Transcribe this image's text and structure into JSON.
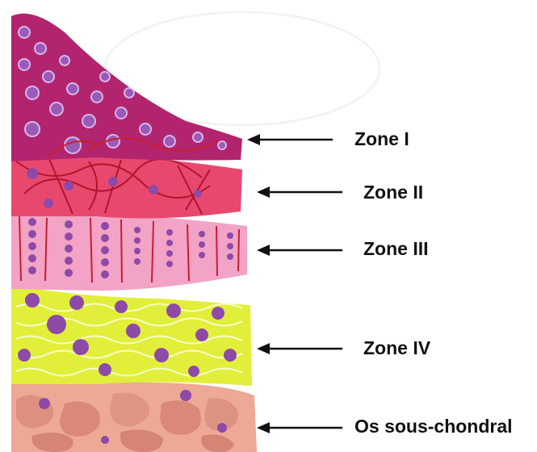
{
  "diagram": {
    "labels": [
      "Zone I",
      "Zone II",
      "Zone III",
      "Zone IV",
      "Os sous-chondral"
    ],
    "colors": {
      "zone1": "#b2246e",
      "zone2": "#e8486e",
      "zone3": "#f2a3c6",
      "zone4": "#e2ef3a",
      "bone": "#eea896",
      "cell": "#8e4aa8",
      "fiber": "#c81e2d",
      "arrow": "#111111"
    }
  }
}
